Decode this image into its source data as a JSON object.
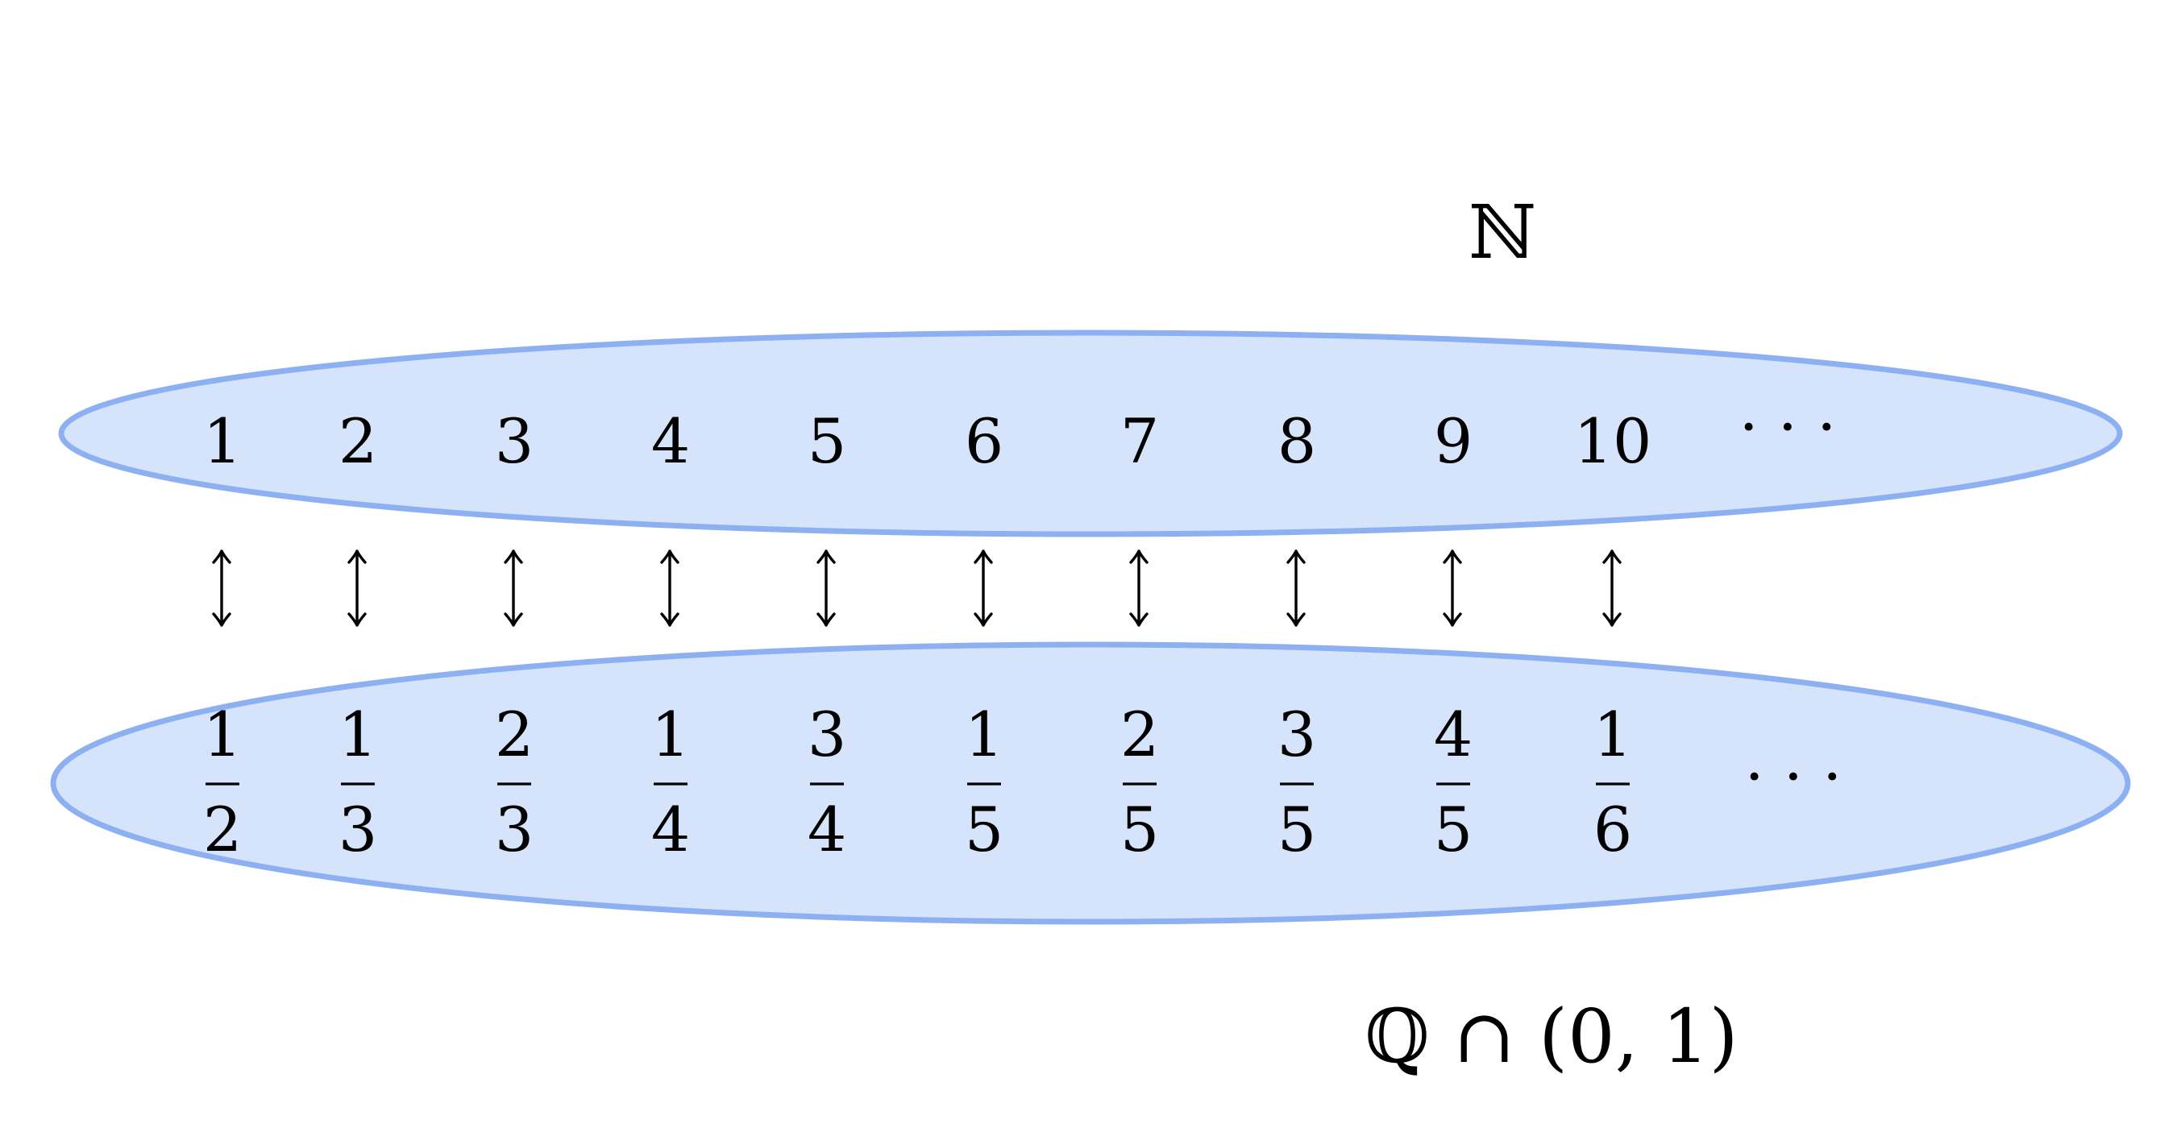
{
  "colors": {
    "set_fill": "#d5e3fb",
    "set_stroke": "#8cb0f2",
    "text": "#000000"
  },
  "sets": {
    "naturals": {
      "label": "ℕ",
      "elements": [
        "1",
        "2",
        "3",
        "4",
        "5",
        "6",
        "7",
        "8",
        "9",
        "10"
      ],
      "ellipsis": "· · ·"
    },
    "rationals": {
      "label": "ℚ ∩ (0, 1)",
      "elements": [
        {
          "num": "1",
          "den": "2"
        },
        {
          "num": "1",
          "den": "3"
        },
        {
          "num": "2",
          "den": "3"
        },
        {
          "num": "1",
          "den": "4"
        },
        {
          "num": "3",
          "den": "4"
        },
        {
          "num": "1",
          "den": "5"
        },
        {
          "num": "2",
          "den": "5"
        },
        {
          "num": "3",
          "den": "5"
        },
        {
          "num": "4",
          "den": "5"
        },
        {
          "num": "1",
          "den": "6"
        }
      ],
      "ellipsis": "· · ·"
    }
  },
  "correspondence": {
    "arrow_icon": "up-down-arrow-icon",
    "count": 10
  }
}
